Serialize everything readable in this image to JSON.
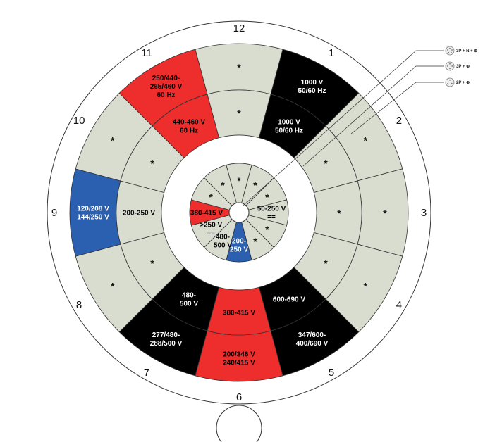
{
  "colors": {
    "grey": "#d8ddd0",
    "red": "#ee2d2d",
    "black": "#000000",
    "blue": "#2b5fb0",
    "line": "#333333",
    "label_light": "#ffffff",
    "label_dark": "#000000"
  },
  "hour_labels": [
    "12",
    "1",
    "2",
    "3",
    "4",
    "5",
    "6",
    "7",
    "8",
    "9",
    "10",
    "11"
  ],
  "legend": [
    {
      "label": "3P + N + ⊕",
      "icon": "socket-5pin-icon"
    },
    {
      "label": "3P + ⊕",
      "icon": "socket-4pin-icon"
    },
    {
      "label": "2P + ⊕",
      "icon": "socket-3pin-icon"
    }
  ],
  "rings": [
    {
      "name": "outer",
      "sectors": [
        {
          "hour": 12,
          "fill": "grey",
          "lines": [
            "*"
          ]
        },
        {
          "hour": 1,
          "fill": "black",
          "lines": [
            "1000 V",
            "50/60 Hz"
          ]
        },
        {
          "hour": 2,
          "fill": "grey",
          "lines": [
            "*"
          ]
        },
        {
          "hour": 3,
          "fill": "grey",
          "lines": [
            "*"
          ]
        },
        {
          "hour": 4,
          "fill": "grey",
          "lines": [
            "*"
          ]
        },
        {
          "hour": 5,
          "fill": "black",
          "lines": [
            "347/600-",
            "400/690 V"
          ]
        },
        {
          "hour": 6,
          "fill": "red",
          "lines": [
            "200/346 V",
            "240/415 V"
          ]
        },
        {
          "hour": 7,
          "fill": "black",
          "lines": [
            "277/480-",
            "288/500 V"
          ]
        },
        {
          "hour": 8,
          "fill": "grey",
          "lines": [
            "*"
          ]
        },
        {
          "hour": 9,
          "fill": "blue",
          "lines": [
            "120/208 V",
            "144/250 V"
          ]
        },
        {
          "hour": 10,
          "fill": "grey",
          "lines": [
            "*"
          ]
        },
        {
          "hour": 11,
          "fill": "red",
          "lines": [
            "250/440-",
            "265/460 V",
            "60 Hz"
          ]
        }
      ]
    },
    {
      "name": "middle",
      "sectors": [
        {
          "hour": 12,
          "fill": "grey",
          "lines": [
            "*"
          ]
        },
        {
          "hour": 1,
          "fill": "black",
          "lines": [
            "1000 V",
            "50/60 Hz"
          ]
        },
        {
          "hour": 2,
          "fill": "grey",
          "lines": [
            "*"
          ]
        },
        {
          "hour": 3,
          "fill": "grey",
          "lines": [
            "*"
          ]
        },
        {
          "hour": 4,
          "fill": "grey",
          "lines": [
            "*"
          ]
        },
        {
          "hour": 5,
          "fill": "black",
          "lines": [
            "600-690 V"
          ]
        },
        {
          "hour": 6,
          "fill": "red",
          "lines": [
            "380-415 V"
          ]
        },
        {
          "hour": 7,
          "fill": "black",
          "lines": [
            "480-",
            "500 V"
          ]
        },
        {
          "hour": 8,
          "fill": "grey",
          "lines": [
            "*"
          ]
        },
        {
          "hour": 9,
          "fill": "grey",
          "lines": [
            "200-250 V"
          ]
        },
        {
          "hour": 10,
          "fill": "grey",
          "lines": [
            "*"
          ]
        },
        {
          "hour": 11,
          "fill": "red",
          "lines": [
            "440-460 V",
            "60 Hz"
          ]
        }
      ]
    },
    {
      "name": "inner",
      "sectors": [
        {
          "hour": 12,
          "fill": "grey",
          "lines": [
            "*"
          ]
        },
        {
          "hour": 1,
          "fill": "grey",
          "lines": [
            "*"
          ]
        },
        {
          "hour": 2,
          "fill": "grey",
          "lines": [
            "*"
          ]
        },
        {
          "hour": 3,
          "fill": "grey",
          "lines": [
            "50-250 V",
            "=="
          ]
        },
        {
          "hour": 4,
          "fill": "grey",
          "lines": [
            "*"
          ]
        },
        {
          "hour": 5,
          "fill": "grey",
          "lines": [
            "*"
          ]
        },
        {
          "hour": 6,
          "fill": "blue",
          "lines": [
            "200-",
            "250 V"
          ]
        },
        {
          "hour": 7,
          "fill": "grey",
          "lines": [
            "480-",
            "500 V"
          ]
        },
        {
          "hour": 8,
          "fill": "grey",
          "lines": [
            ">250 V",
            "=="
          ]
        },
        {
          "hour": 9,
          "fill": "red",
          "lines": [
            "380-415 V"
          ]
        },
        {
          "hour": 10,
          "fill": "grey",
          "lines": [
            "*"
          ]
        },
        {
          "hour": 11,
          "fill": "grey",
          "lines": [
            "*"
          ]
        }
      ]
    }
  ]
}
